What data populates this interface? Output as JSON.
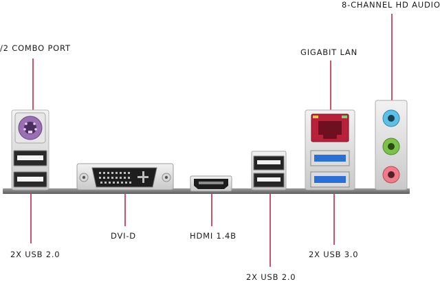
{
  "labels": {
    "ps2": "/2 COMBO PORT",
    "audio": "8-CHANNEL HD AUDIO",
    "lan": "GIGABIT LAN",
    "usb2_left": "2X USB 2.0",
    "dvi": "DVI-D",
    "hdmi": "HDMI 1.4B",
    "usb2_mid": "2X USB 2.0",
    "usb3": "2X USB 3.0"
  },
  "colors": {
    "line": "#d0506a",
    "ps2_port": "#9b6fb3",
    "lan_jack": "#b8213a",
    "usb3_blue": "#2a6fd6",
    "audio_blue": "#5bc0e8",
    "audio_green": "#7cc24a",
    "audio_pink": "#f07b8a"
  }
}
